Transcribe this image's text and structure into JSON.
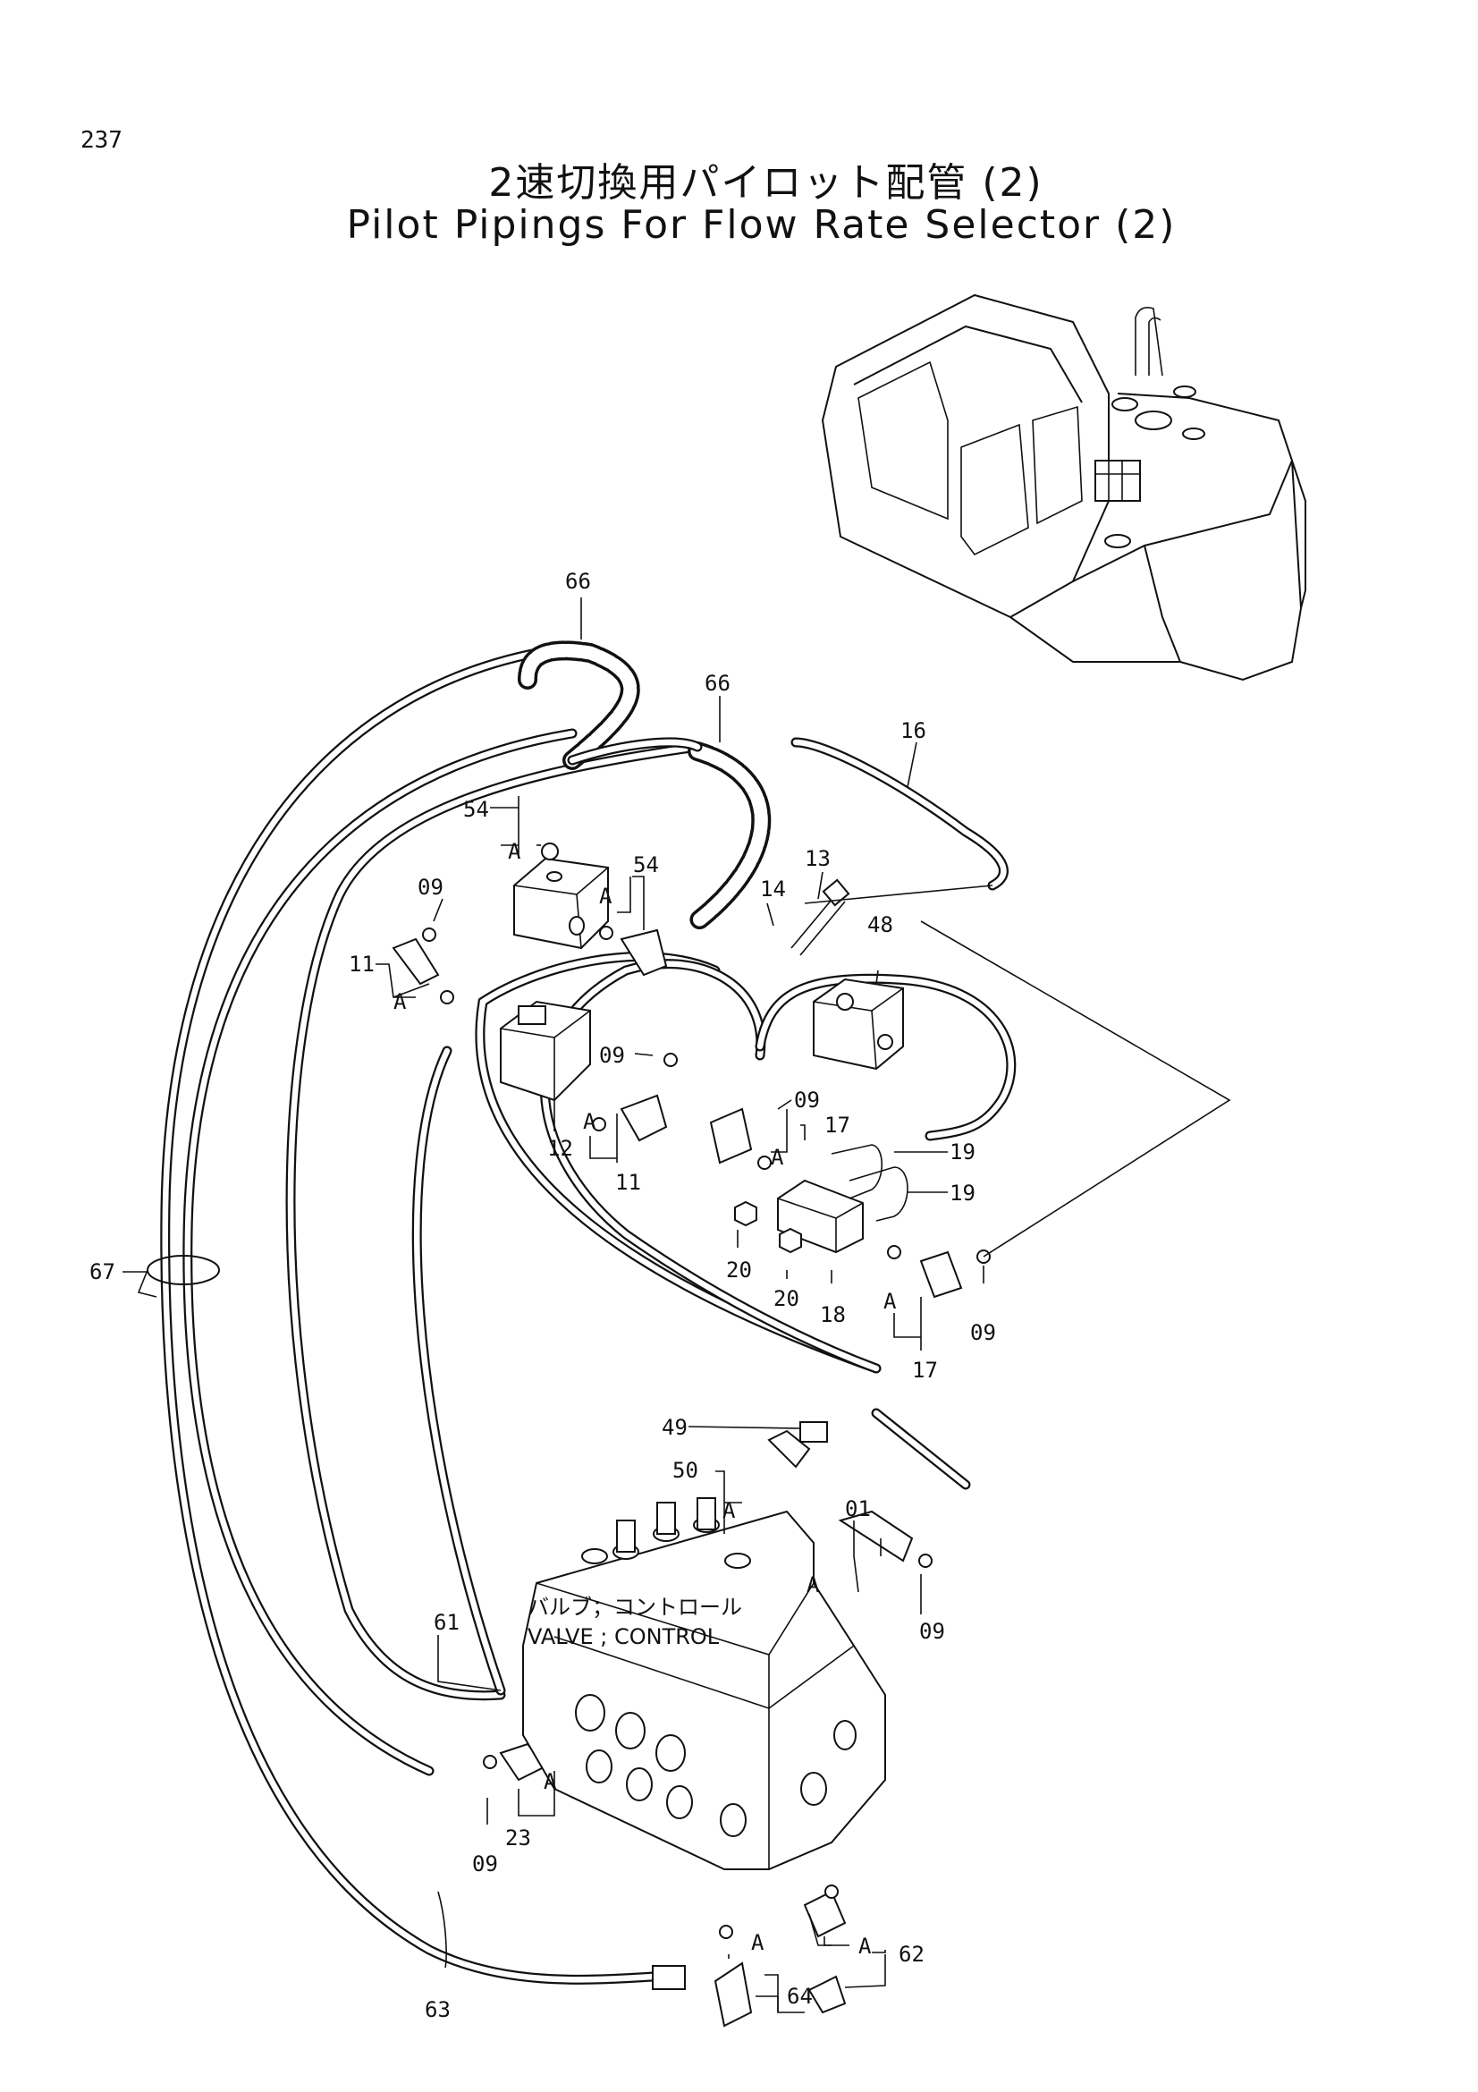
{
  "page_number": "237",
  "title_jp": "2速切換用パイロット配管 (2)",
  "title_en": "Pilot Pipings For Flow Rate Selector (2)",
  "valve_label_jp": "バルブ；コントロール",
  "valve_label_en": "VALVE ; CONTROL",
  "callouts": {
    "p66a": "66",
    "p66b": "66",
    "p16": "16",
    "p54a": "54",
    "p54b": "54",
    "p13": "13",
    "p14": "14",
    "p48": "48",
    "p09a": "09",
    "p09b": "09",
    "p09c": "09",
    "p09d": "09",
    "p09e": "09",
    "p09f": "09",
    "p11a": "11",
    "p11b": "11",
    "p12": "12",
    "p17a": "17",
    "p17b": "17",
    "p19a": "19",
    "p19b": "19",
    "p20a": "20",
    "p20b": "20",
    "p18": "18",
    "p67": "67",
    "p49": "49",
    "p50": "50",
    "p01": "01",
    "p61": "61",
    "p23": "23",
    "p62": "62",
    "p63": "63",
    "p64": "64"
  },
  "marker_a": "A"
}
